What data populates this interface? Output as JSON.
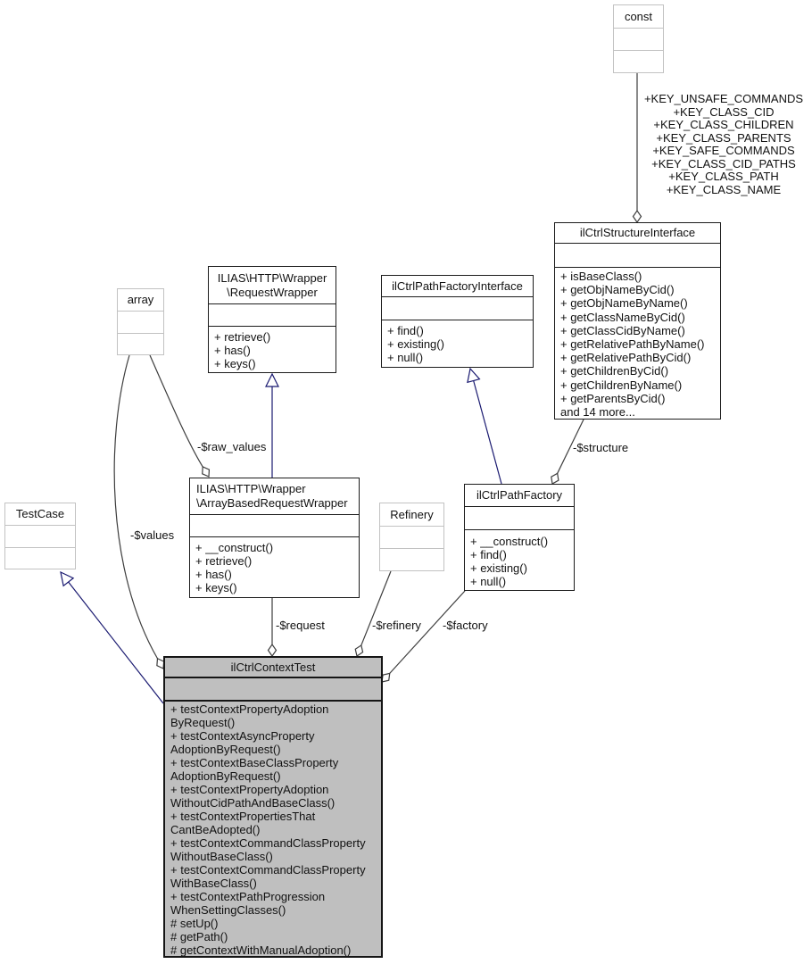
{
  "classes": {
    "const_box": {
      "name": "const"
    },
    "structure_interface": {
      "name": "ilCtrlStructureInterface",
      "methods": [
        "+ isBaseClass()",
        "+ getObjNameByCid()",
        "+ getObjNameByName()",
        "+ getClassNameByCid()",
        "+ getClassCidByName()",
        "+ getRelativePathByName()",
        "+ getRelativePathByCid()",
        "+ getChildrenByCid()",
        "+ getChildrenByName()",
        "+ getParentsByCid()",
        "and 14 more..."
      ]
    },
    "array_box": {
      "name": "array"
    },
    "request_wrapper": {
      "name_lines": [
        "ILIAS\\HTTP\\Wrapper",
        "\\RequestWrapper"
      ],
      "methods": [
        "+ retrieve()",
        "+ has()",
        "+ keys()"
      ]
    },
    "path_factory_interface": {
      "name": "ilCtrlPathFactoryInterface",
      "methods": [
        "+ find()",
        "+ existing()",
        "+ null()"
      ]
    },
    "test_case": {
      "name": "TestCase"
    },
    "array_based_request_wrapper": {
      "name_lines": [
        "ILIAS\\HTTP\\Wrapper",
        "\\ArrayBasedRequestWrapper"
      ],
      "methods": [
        "+ __construct()",
        "+ retrieve()",
        "+ has()",
        "+ keys()"
      ]
    },
    "refinery": {
      "name": "Refinery"
    },
    "path_factory": {
      "name": "ilCtrlPathFactory",
      "methods": [
        "+ __construct()",
        "+ find()",
        "+ existing()",
        "+ null()"
      ]
    },
    "context_test": {
      "name": "ilCtrlContextTest",
      "methods": [
        "+ testContextPropertyAdoption",
        "ByRequest()",
        "+ testContextAsyncProperty",
        "AdoptionByRequest()",
        "+ testContextBaseClassProperty",
        "AdoptionByRequest()",
        "+ testContextPropertyAdoption",
        "WithoutCidPathAndBaseClass()",
        "+ testContextPropertiesThat",
        "CantBeAdopted()",
        "+ testContextCommandClassProperty",
        "WithoutBaseClass()",
        "+ testContextCommandClassProperty",
        "WithBaseClass()",
        "+ testContextPathProgression",
        "WhenSettingClasses()",
        "# setUp()",
        "# getPath()",
        "# getContextWithManualAdoption()"
      ]
    }
  },
  "edge_labels": {
    "const_constants": [
      "+KEY_UNSAFE_COMMANDS",
      "+KEY_CLASS_CID",
      "+KEY_CLASS_CHILDREN",
      "+KEY_CLASS_PARENTS",
      "+KEY_SAFE_COMMANDS",
      "+KEY_CLASS_CID_PATHS",
      "+KEY_CLASS_PATH",
      "+KEY_CLASS_NAME"
    ],
    "structure": "-$structure",
    "raw_values": "-$raw_values",
    "values": "-$values",
    "request": "-$request",
    "refinery": "-$refinery",
    "factory": "-$factory"
  },
  "colors": {
    "highlight_fill": "#bfbfbf",
    "class_border": "#1c1c1c",
    "external_border": "#c2c2c2",
    "inheritance_edge": "#191970",
    "association_edge": "#3d3d3d",
    "background": "#ffffff"
  }
}
